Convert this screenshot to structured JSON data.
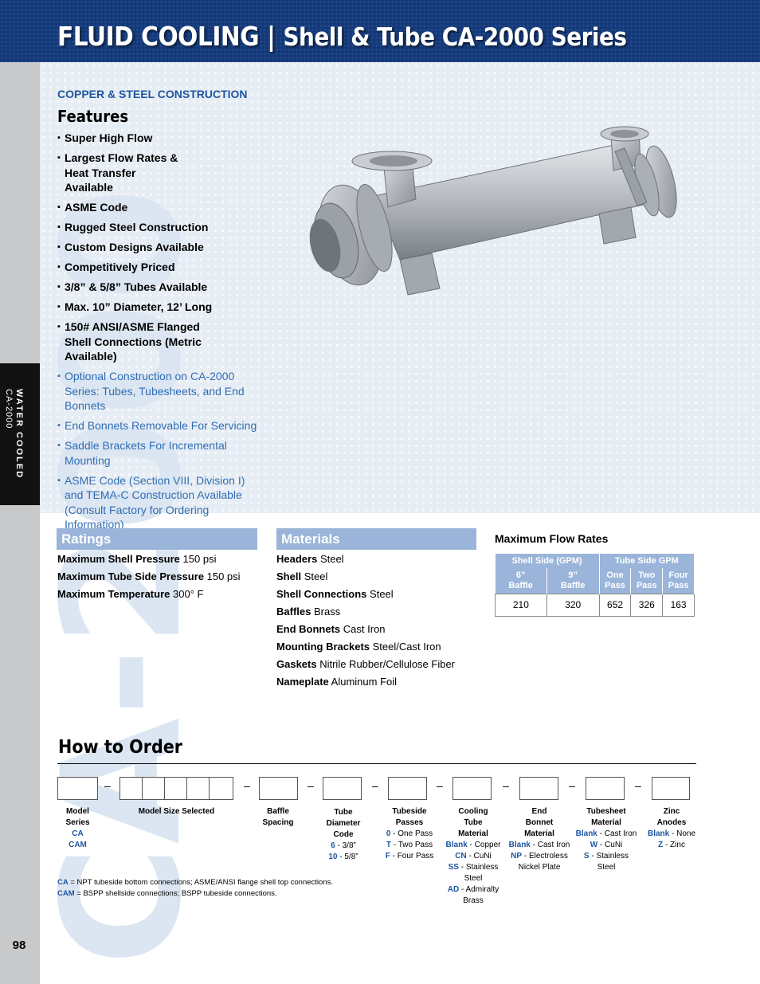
{
  "header": {
    "title_part1": "FLUID COOLING",
    "divider": "|",
    "title_part2": "Shell & Tube CA-2000 Series"
  },
  "sidetab": {
    "line1": "WATER COOLED",
    "line2": "CA-2000"
  },
  "page_number": "98",
  "watermark": "CA-2000",
  "intro": {
    "subhead": "COPPER & STEEL CONSTRUCTION",
    "features_title": "Features",
    "features": [
      {
        "type": "std",
        "text": "Super High Flow"
      },
      {
        "type": "std",
        "text": "Largest Flow Rates & Heat Transfer Available"
      },
      {
        "type": "std",
        "text": "ASME Code"
      },
      {
        "type": "std",
        "text": "Rugged Steel Construction"
      },
      {
        "type": "std",
        "text": "Custom Designs Available"
      },
      {
        "type": "std",
        "text": "Competitively Priced"
      },
      {
        "type": "std",
        "text": "3/8” & 5/8” Tubes Available"
      },
      {
        "type": "std",
        "text": "Max. 10” Diameter, 12’ Long"
      },
      {
        "type": "std",
        "text": "150# ANSI/ASME Flanged Shell Connections (Metric Available)"
      },
      {
        "type": "opt",
        "text": "Optional Construction on CA-2000 Series: Tubes, Tubesheets, and End Bonnets"
      },
      {
        "type": "opt",
        "text": "End Bonnets Removable For Servicing"
      },
      {
        "type": "opt",
        "text": "Saddle Brackets For Incremental Mounting"
      },
      {
        "type": "opt",
        "text": "ASME Code (Section VIII, Division I) and TEMA-C Construction Available (Consult Factory for Ordering Information)"
      }
    ]
  },
  "ratings": {
    "title": "Ratings",
    "items": [
      {
        "label": "Maximum Shell Pressure",
        "value": "150 psi"
      },
      {
        "label": "Maximum Tube Side Pressure",
        "value": "150 psi"
      },
      {
        "label": "Maximum Temperature",
        "value": "300° F"
      }
    ]
  },
  "materials": {
    "title": "Materials",
    "items": [
      {
        "label": "Headers",
        "value": "Steel"
      },
      {
        "label": "Shell",
        "value": "Steel"
      },
      {
        "label": "Shell Connections",
        "value": "Steel"
      },
      {
        "label": "Baffles",
        "value": "Brass"
      },
      {
        "label": "End Bonnets",
        "value": "Cast Iron"
      },
      {
        "label": "Mounting Brackets",
        "value": "Steel/Cast Iron"
      },
      {
        "label": "Gaskets",
        "value": "Nitrile Rubber/Cellulose Fiber"
      },
      {
        "label": "Nameplate",
        "value": "Aluminum Foil"
      }
    ]
  },
  "flow_rates": {
    "title": "Maximum Flow Rates",
    "group_headers": [
      "Shell Side (GPM)",
      "Tube Side GPM"
    ],
    "columns": [
      {
        "line1": "6”",
        "line2": "Baffle"
      },
      {
        "line1": "9”",
        "line2": "Baffle"
      },
      {
        "line1": "One",
        "line2": "Pass"
      },
      {
        "line1": "Two",
        "line2": "Pass"
      },
      {
        "line1": "Four",
        "line2": "Pass"
      }
    ],
    "row": [
      "210",
      "320",
      "652",
      "326",
      "163"
    ]
  },
  "how_to_order": {
    "title": "How to Order",
    "dash": "–",
    "model_series": {
      "label": "Model Series",
      "codes": [
        "CA",
        "CAM"
      ]
    },
    "model_size": {
      "label": "Model Size Selected"
    },
    "baffle": {
      "label": "Baffle Spacing"
    },
    "tube_diameter": {
      "label": "Tube Diameter Code",
      "options": [
        {
          "code": "6",
          "desc": "3/8”"
        },
        {
          "code": "10",
          "desc": "5/8”"
        }
      ]
    },
    "tubeside_passes": {
      "label": "Tubeside Passes",
      "options": [
        {
          "code": "0",
          "desc": "One Pass"
        },
        {
          "code": "T",
          "desc": "Two Pass"
        },
        {
          "code": "F",
          "desc": "Four Pass"
        }
      ]
    },
    "cooling_tube": {
      "label": "Cooling Tube Material",
      "options": [
        {
          "code": "Blank",
          "desc": "Copper"
        },
        {
          "code": "CN",
          "desc": "CuNi"
        },
        {
          "code": "SS",
          "desc": "Stainless",
          "desc2": "Steel"
        },
        {
          "code": "AD",
          "desc": "Admiralty",
          "desc2": "Brass"
        }
      ]
    },
    "end_bonnet": {
      "label": "End Bonnet Material",
      "options": [
        {
          "code": "Blank",
          "desc": "Cast Iron"
        },
        {
          "code": "NP",
          "desc": "Electroless",
          "desc2": "Nickel Plate"
        }
      ]
    },
    "tubesheet": {
      "label": "Tubesheet Material",
      "options": [
        {
          "code": "Blank",
          "desc": "Cast Iron"
        },
        {
          "code": "W",
          "desc": "CuNi"
        },
        {
          "code": "S",
          "desc": "Stainless",
          "desc2": "Steel"
        }
      ]
    },
    "zinc": {
      "label": "Zinc Anodes",
      "options": [
        {
          "code": "Blank",
          "desc": "None"
        },
        {
          "code": "Z",
          "desc": "Zinc"
        }
      ]
    },
    "notes": [
      {
        "code": "CA",
        "text": "= NPT tubeside bottom connections; ASME/ANSI flange shell top connections."
      },
      {
        "code": "CAM",
        "text": "= BSPP shellside connections; BSPP tubeside connections."
      }
    ]
  }
}
